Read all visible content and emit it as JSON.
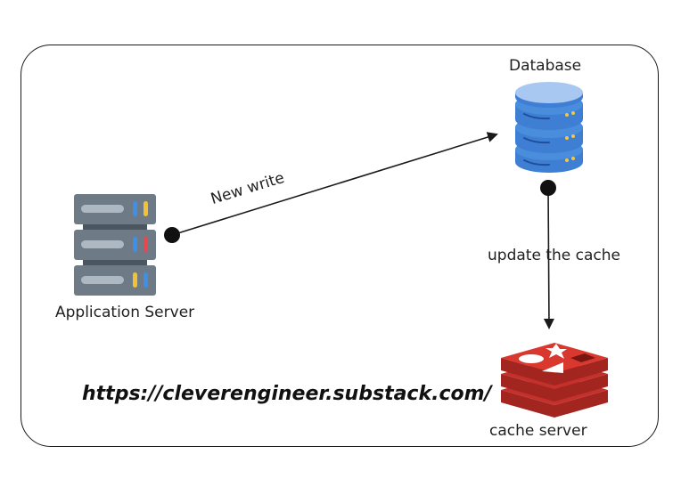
{
  "nodes": {
    "database": {
      "label": "Database",
      "icon": "database-icon"
    },
    "app_server": {
      "label": "Application Server",
      "icon": "server-rack-icon"
    },
    "cache_server": {
      "label": "cache server",
      "icon": "redis-icon"
    }
  },
  "edges": {
    "new_write": {
      "label": "New write",
      "from": "Application Server",
      "to": "Database"
    },
    "update_cache": {
      "label": "update the cache",
      "from": "Database",
      "to": "cache server"
    }
  },
  "watermark": "https://cleverengineer.substack.com/",
  "colors": {
    "db_blue": "#4a86d8",
    "server_gray": "#6e7b87",
    "redis_red": "#c4302b",
    "line": "#1a1a1a"
  }
}
